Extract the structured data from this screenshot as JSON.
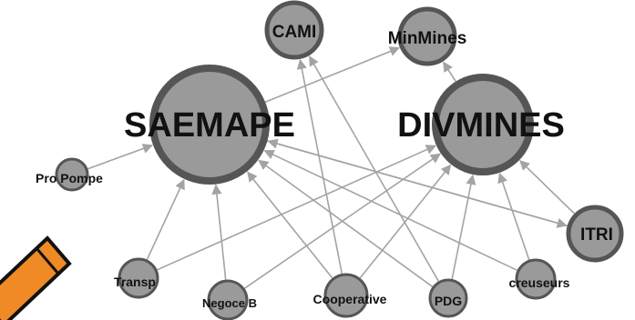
{
  "diagram": {
    "nodes": [
      {
        "id": "saemape",
        "label": "SAEMAPE"
      },
      {
        "id": "divmines",
        "label": "DIVMINES"
      },
      {
        "id": "cami",
        "label": "CAMI"
      },
      {
        "id": "minmines",
        "label": "MinMines"
      },
      {
        "id": "itri",
        "label": "ITRI"
      },
      {
        "id": "propompe",
        "label": "Pro Pompe"
      },
      {
        "id": "transp",
        "label": "Transp"
      },
      {
        "id": "negoceb",
        "label": "Negoce B"
      },
      {
        "id": "cooperative",
        "label": "Cooperative"
      },
      {
        "id": "pdg",
        "label": "PDG"
      },
      {
        "id": "creuseurs",
        "label": "creuseurs"
      }
    ],
    "edges": [
      {
        "from": "saemape",
        "to": "minmines"
      },
      {
        "from": "divmines",
        "to": "minmines"
      },
      {
        "from": "propompe",
        "to": "saemape"
      },
      {
        "from": "transp",
        "to": "saemape"
      },
      {
        "from": "transp",
        "to": "divmines"
      },
      {
        "from": "negoceb",
        "to": "saemape"
      },
      {
        "from": "negoceb",
        "to": "divmines"
      },
      {
        "from": "cooperative",
        "to": "saemape"
      },
      {
        "from": "cooperative",
        "to": "divmines"
      },
      {
        "from": "cooperative",
        "to": "cami"
      },
      {
        "from": "pdg",
        "to": "saemape"
      },
      {
        "from": "pdg",
        "to": "divmines"
      },
      {
        "from": "pdg",
        "to": "cami"
      },
      {
        "from": "creuseurs",
        "to": "saemape"
      },
      {
        "from": "creuseurs",
        "to": "divmines"
      },
      {
        "from": "itri",
        "to": "saemape"
      },
      {
        "from": "itri",
        "to": "divmines"
      },
      {
        "from": "saemape",
        "to": "itri"
      }
    ],
    "colors": {
      "node_fill": "#9a9a9a",
      "node_stroke": "#555555",
      "edge": "#a3a3a3",
      "label": "#111111",
      "pencil": "#f08a24"
    }
  }
}
